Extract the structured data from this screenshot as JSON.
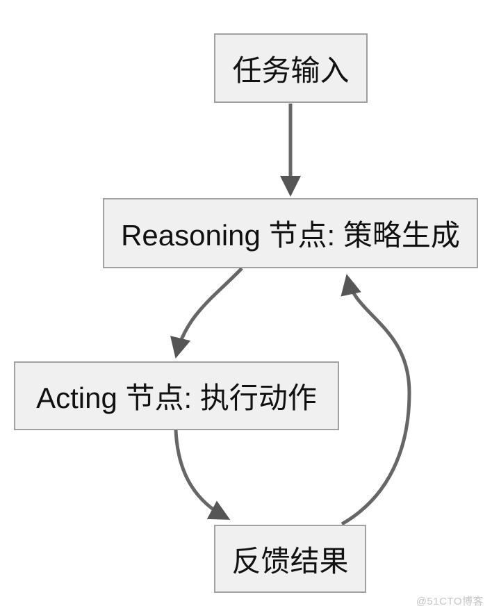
{
  "diagram": {
    "type": "flowchart",
    "nodes": [
      {
        "id": "task_input",
        "label": "任务输入"
      },
      {
        "id": "reasoning",
        "label": "Reasoning 节点: 策略生成"
      },
      {
        "id": "acting",
        "label": "Acting 节点: 执行动作"
      },
      {
        "id": "feedback",
        "label": "反馈结果"
      }
    ],
    "edges": [
      {
        "from": "task_input",
        "to": "reasoning"
      },
      {
        "from": "reasoning",
        "to": "acting"
      },
      {
        "from": "acting",
        "to": "feedback"
      },
      {
        "from": "feedback",
        "to": "reasoning"
      }
    ],
    "colors": {
      "background": "#ffffff",
      "node_fill": "#f0f0f0",
      "node_border": "#a1a1a1",
      "node_text": "#111111",
      "edge_stroke": "#666666",
      "arrowhead_fill": "#555555",
      "watermark_text": "#c6c6c6"
    }
  },
  "watermark": {
    "text": "@51CTO博客"
  }
}
